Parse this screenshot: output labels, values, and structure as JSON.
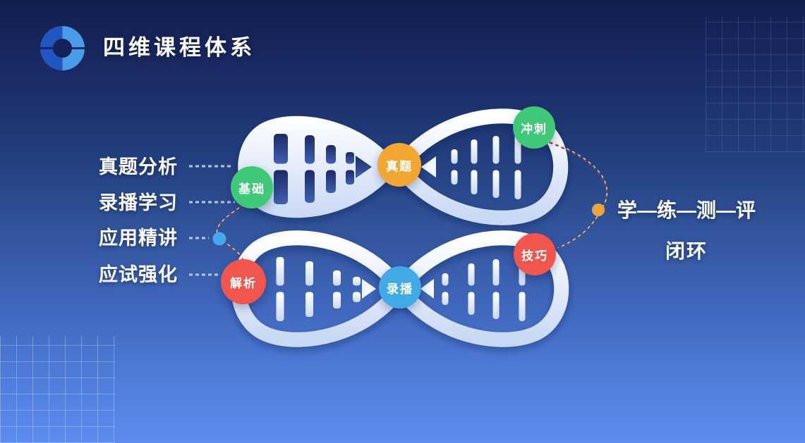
{
  "header": {
    "title": "四维课程体系"
  },
  "left_labels": [
    "真题分析",
    "录播学习",
    "应用精讲",
    "应试强化"
  ],
  "right_annotation": {
    "line1": "学—练—测—评",
    "line2": "闭环"
  },
  "badges": [
    {
      "label": "冲刺",
      "color": "#3ec878"
    },
    {
      "label": "真题",
      "color": "#f2a733"
    },
    {
      "label": "基础",
      "color": "#3ec878"
    },
    {
      "label": "技巧",
      "color": "#f0564e"
    },
    {
      "label": "解析",
      "color": "#f0564e"
    },
    {
      "label": "录播",
      "color": "#41aae6"
    }
  ],
  "icons": {
    "logo": "ring-segmented-icon",
    "helix": "dna-infinity-ribbon"
  },
  "colors": {
    "background_top": "#131e4f",
    "background_bottom": "#5d8cf0",
    "ribbon": "#ffffff",
    "ribbon_shade": "#c9d8f4",
    "rung_dark": "#1b2a64",
    "connector_dash": "#7f463e",
    "node_dot_blue": "#45a8ea",
    "node_dot_orange": "#eda63e",
    "logo_light_blue": "#4a9ce8",
    "logo_dark_blue": "#2156c0"
  }
}
